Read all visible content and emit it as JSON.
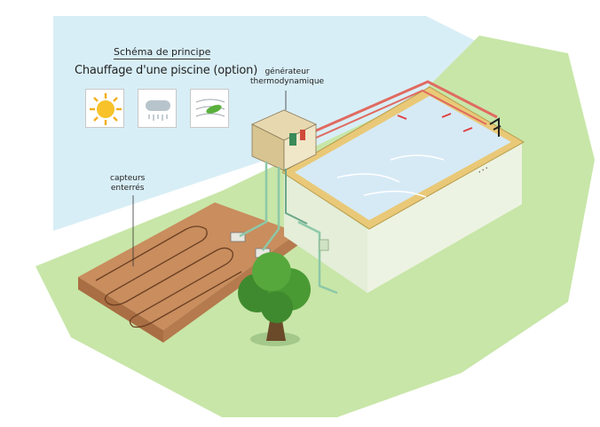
{
  "schema": {
    "title": "Schéma de principe",
    "subtitle": "Chauffage d'une piscine (option)"
  },
  "labels": {
    "generator_line1": "générateur",
    "generator_line2": "thermodynamique",
    "capteurs_line1": "capteurs",
    "capteurs_line2": "enterrés"
  },
  "icons": [
    "sun-icon",
    "cloud-rain-icon",
    "wind-leaf-icon"
  ],
  "colors": {
    "grass": "#c8e6a8",
    "sky": "#d8eef6",
    "soil": "#c98d5e",
    "pool_water": "#d6eaf6",
    "pool_edge": "#e9c978",
    "hot_pipe": "#e06a60",
    "cold_pipe": "#8cc8a8"
  }
}
